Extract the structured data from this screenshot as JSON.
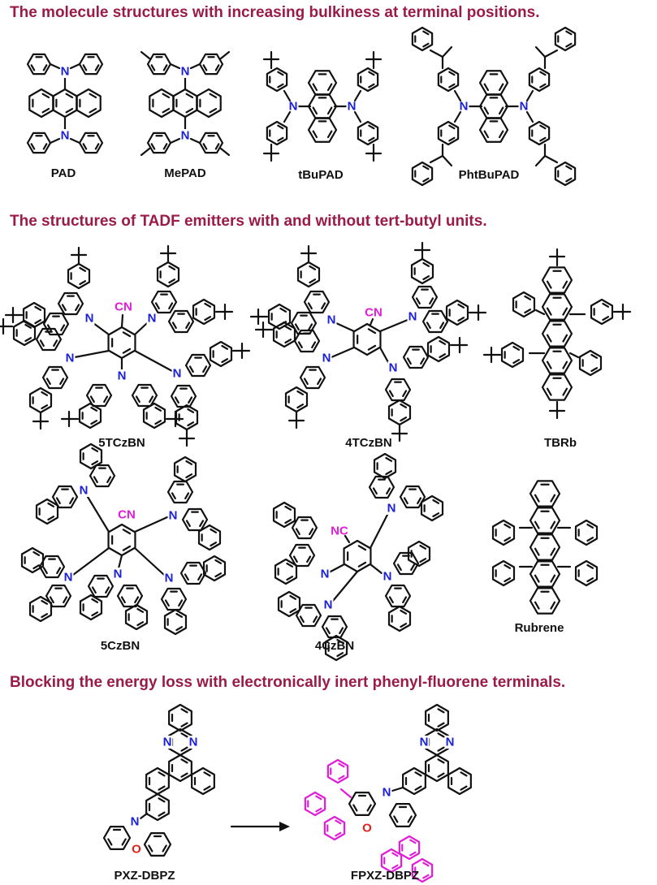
{
  "headings": {
    "section1": "The molecule structures with increasing bulkiness at terminal positions.",
    "section2": "The structures of TADF emitters with and without tert-butyl units.",
    "section3": "Blocking the energy loss with electronically inert phenyl-fluorene terminals."
  },
  "molecules": {
    "pad": "PAD",
    "mepad": "MePAD",
    "tbupad": "tBuPAD",
    "phtbupad": "PhtBuPAD",
    "tczbn5": "5TCzBN",
    "tczbn4": "4TCzBN",
    "tbrb": "TBRb",
    "czbn5": "5CzBN",
    "czbn4": "4CzBN",
    "rubrene": "Rubrene",
    "pxzdbpz": "PXZ-DBPZ",
    "fpxzdbpz": "FPXZ-DBPZ"
  },
  "atoms": {
    "nitrogen": "N",
    "oxygen": "O",
    "cyano": "CN",
    "isocyano": "NC"
  },
  "colors": {
    "heading": "#9b1b48",
    "bond": "#111111",
    "nitrogen": "#1a1fd6",
    "oxygen": "#e0201a",
    "highlight": "#e01ed8"
  }
}
